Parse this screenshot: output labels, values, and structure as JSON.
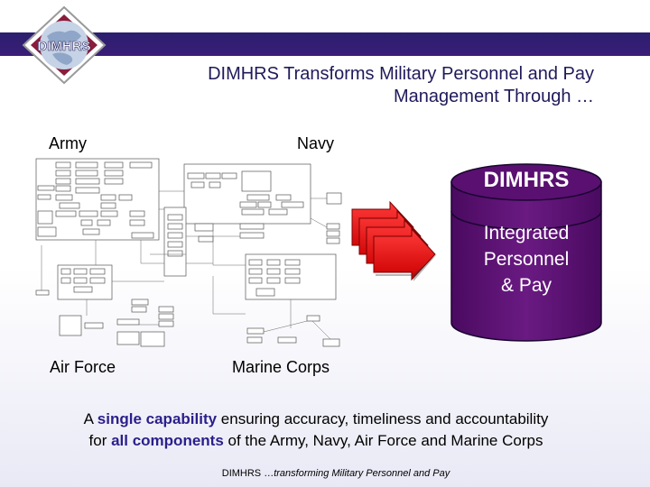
{
  "header": {
    "logo_text": "DIMHRS",
    "title_line1": "DIMHRS Transforms Military Personnel and Pay",
    "title_line2": "Management Through …"
  },
  "labels": {
    "army": "Army",
    "navy": "Navy",
    "air_force": "Air Force",
    "marine_corps": "Marine Corps"
  },
  "cylinder": {
    "title": "DIMHRS",
    "line1": "Integrated",
    "line2": "Personnel",
    "line3": "& Pay"
  },
  "summary": {
    "l1_a": "A ",
    "l1_b": "single capability",
    "l1_c": " ensuring accuracy, timeliness and accountability",
    "l2_a": "for ",
    "l2_b": "all components",
    "l2_c": " of the  Army, Navy, Air Force and Marine Corps"
  },
  "footer": {
    "a": "DIMHRS …",
    "b": "transforming Military Personnel and Pay"
  },
  "colors": {
    "band": "#2b1f6e",
    "cylinder": "#5a1070",
    "arrow": "#ee0000",
    "title_text": "#1f1a5a"
  }
}
